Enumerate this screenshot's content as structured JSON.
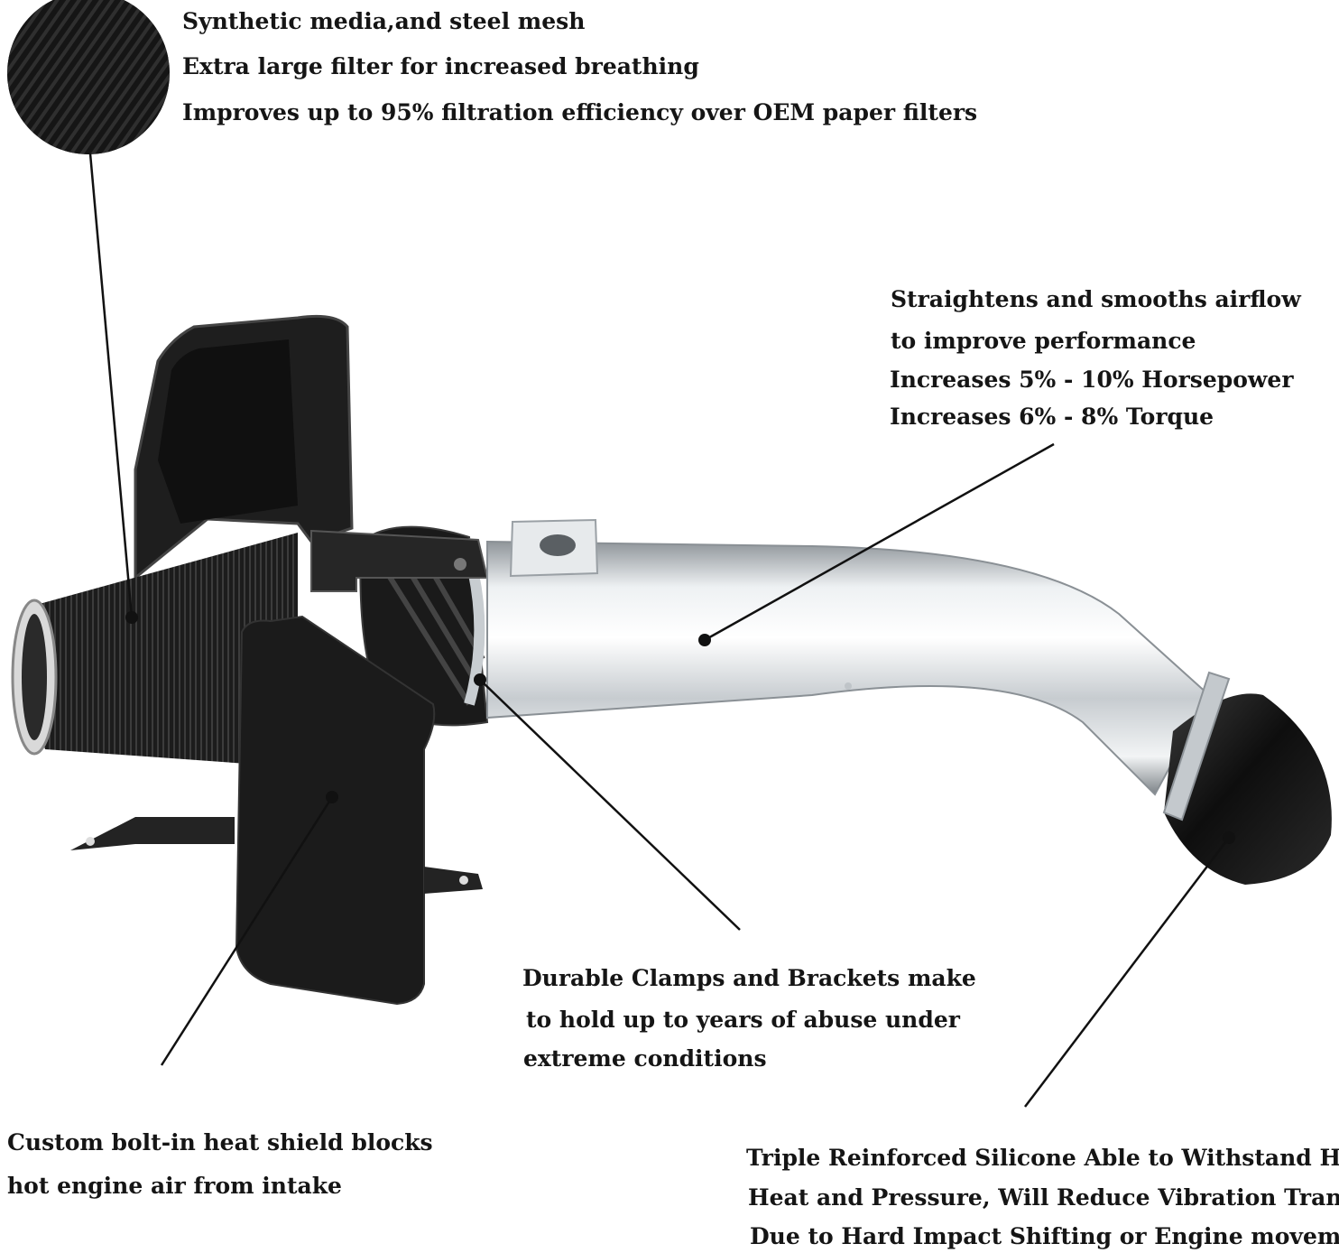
{
  "colors": {
    "background": "#ffffff",
    "text": "#151515",
    "leader": "#111111",
    "chrome": "#d6dadd",
    "black_part": "#1c1c1c"
  },
  "callouts": {
    "filter": {
      "lines": [
        "Synthetic media,and steel mesh",
        "Extra large filter for increased breathing",
        "Improves up to 95% filtration efficiency over OEM paper filters"
      ]
    },
    "tube": {
      "lines": [
        "Straightens and smooths airflow",
        "to improve performance",
        "Increases 5% - 10% Horsepower",
        "Increases 6% - 8%  Torque"
      ]
    },
    "clamps": {
      "lines": [
        "Durable Clamps and Brackets make",
        "to hold up to years of abuse under",
        "extreme conditions"
      ]
    },
    "shield": {
      "lines": [
        "Custom bolt-in heat shield blocks",
        "hot engine air from intake"
      ]
    },
    "silicone": {
      "lines": [
        "Triple Reinforced Silicone Able to Withstand High",
        "Heat and Pressure, Will Reduce Vibration Transfer",
        "Due to Hard Impact Shifting or Engine movement"
      ]
    }
  },
  "icons": {
    "filter_media": "filter-media-closeup-icon",
    "product": "cold-air-intake-kit-illustration"
  }
}
